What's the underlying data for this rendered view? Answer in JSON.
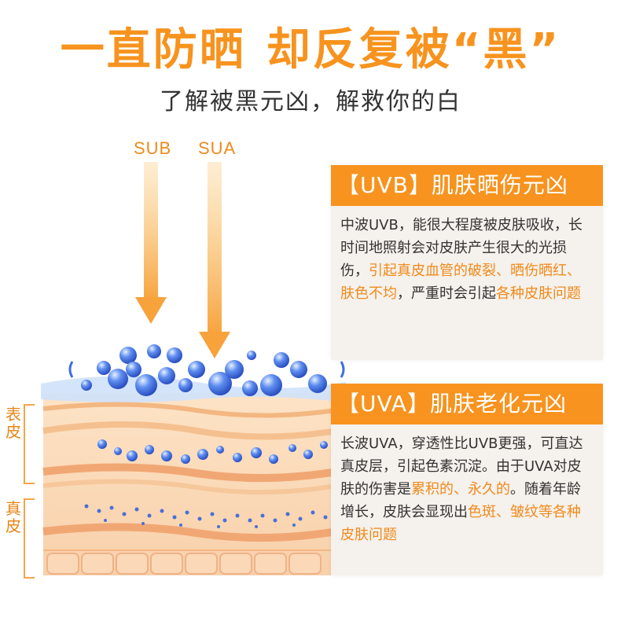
{
  "headline": {
    "part1": "一直防晒",
    "part2": "却反复被“黑”"
  },
  "subhead": "了解被黑元凶，解救你的白",
  "rays": {
    "left_label": "SUB",
    "right_label": "SUA"
  },
  "skin_labels": {
    "epidermis": "表皮",
    "dermis": "真皮"
  },
  "uvb_card": {
    "title": "【UVB】肌肤晒伤元凶",
    "text_1": "中波UVB，能很大程度被皮肤吸收，长时间地照射会对皮肤产生很大的光损伤，",
    "highlight_1": "引起真皮血管的破裂、晒伤晒红、肤色不均",
    "text_2": "，严重时会引起",
    "highlight_2": "各种皮肤问题"
  },
  "uva_card": {
    "title": "【UVA】肌肤老化元凶",
    "text_1": "长波UVA，穿透性比UVB更强，可直达真皮层，引起色素沉淀。由于UVA对皮肤的伤害是",
    "highlight_1": "累积的、永久的",
    "text_2": "。随着年龄增长，皮肤会显现出",
    "highlight_2": "色斑、皱纹等各种皮肤问题"
  },
  "colors": {
    "accent": "#f7931e",
    "card_bg": "#f5f1ec",
    "text": "#333333",
    "molecule": "#4a78e0"
  },
  "icons": [
    "arrow-down-icon",
    "uv-molecule-icon",
    "wave-icon"
  ]
}
